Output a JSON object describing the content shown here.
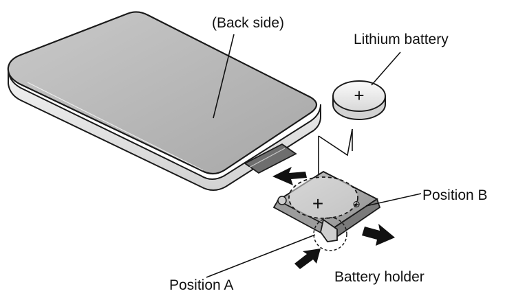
{
  "labels": {
    "back_side": "(Back side)",
    "lithium_battery": "Lithium battery",
    "position_b": "Position B",
    "position_a": "Position A",
    "battery_holder": "Battery holder"
  },
  "symbols": {
    "plus": "+",
    "plus_small": "⊕"
  },
  "colors": {
    "outline": "#1a1a1a",
    "remote_top": "#b9b9b9",
    "remote_side": "#e6e6e6",
    "battery_fill": "#f0f0f0",
    "holder_fill": "#a9a9a9",
    "arrow": "#111111"
  }
}
